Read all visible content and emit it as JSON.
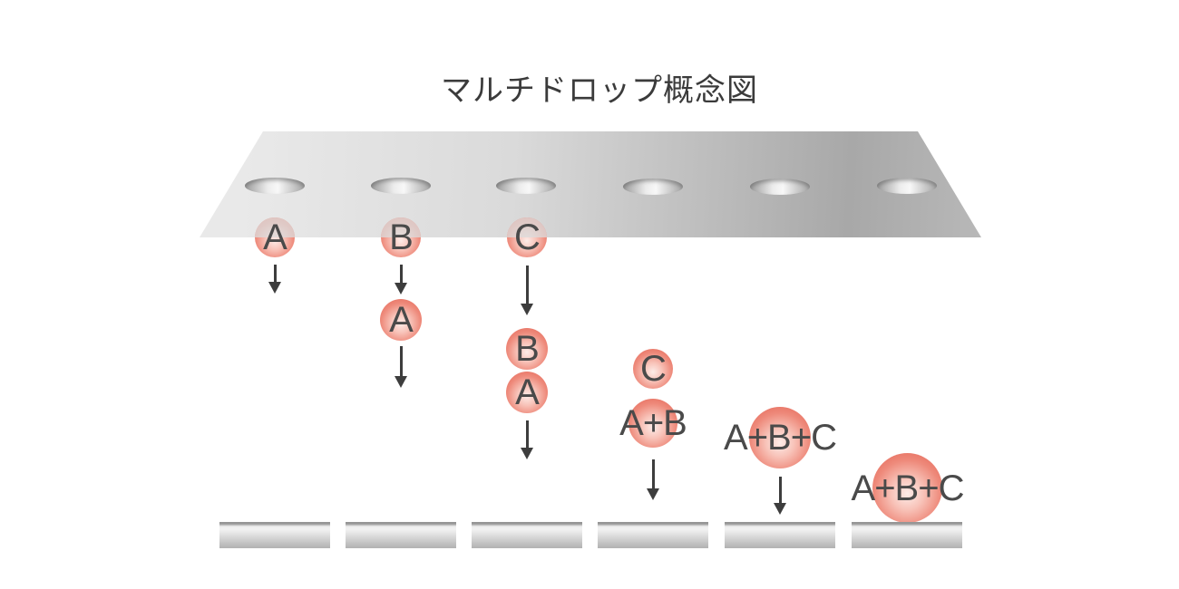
{
  "title": "マルチドロップ概念図",
  "drops": [
    {
      "label": "A"
    },
    {
      "label": "B"
    },
    {
      "label": "C"
    },
    {
      "label": "A"
    },
    {
      "label": "B"
    },
    {
      "label": "A"
    },
    {
      "label": "C"
    },
    {
      "label": "A+B"
    },
    {
      "label": "A+B+C"
    },
    {
      "label": "A+B+C"
    }
  ],
  "counts": {
    "nozzle_holes": 6,
    "substrates": 6,
    "down_arrows": 7
  },
  "colors": {
    "droplet_red": "#e36050",
    "droplet_highlight": "#fdece8",
    "plate_light": "#e9e9e9",
    "plate_dark": "#a8a8a8",
    "substrate_gray": "#b1b1b1",
    "arrow": "#3d3d3d",
    "label_text": "#4a4a4a",
    "title_text": "#3b3b3b"
  }
}
